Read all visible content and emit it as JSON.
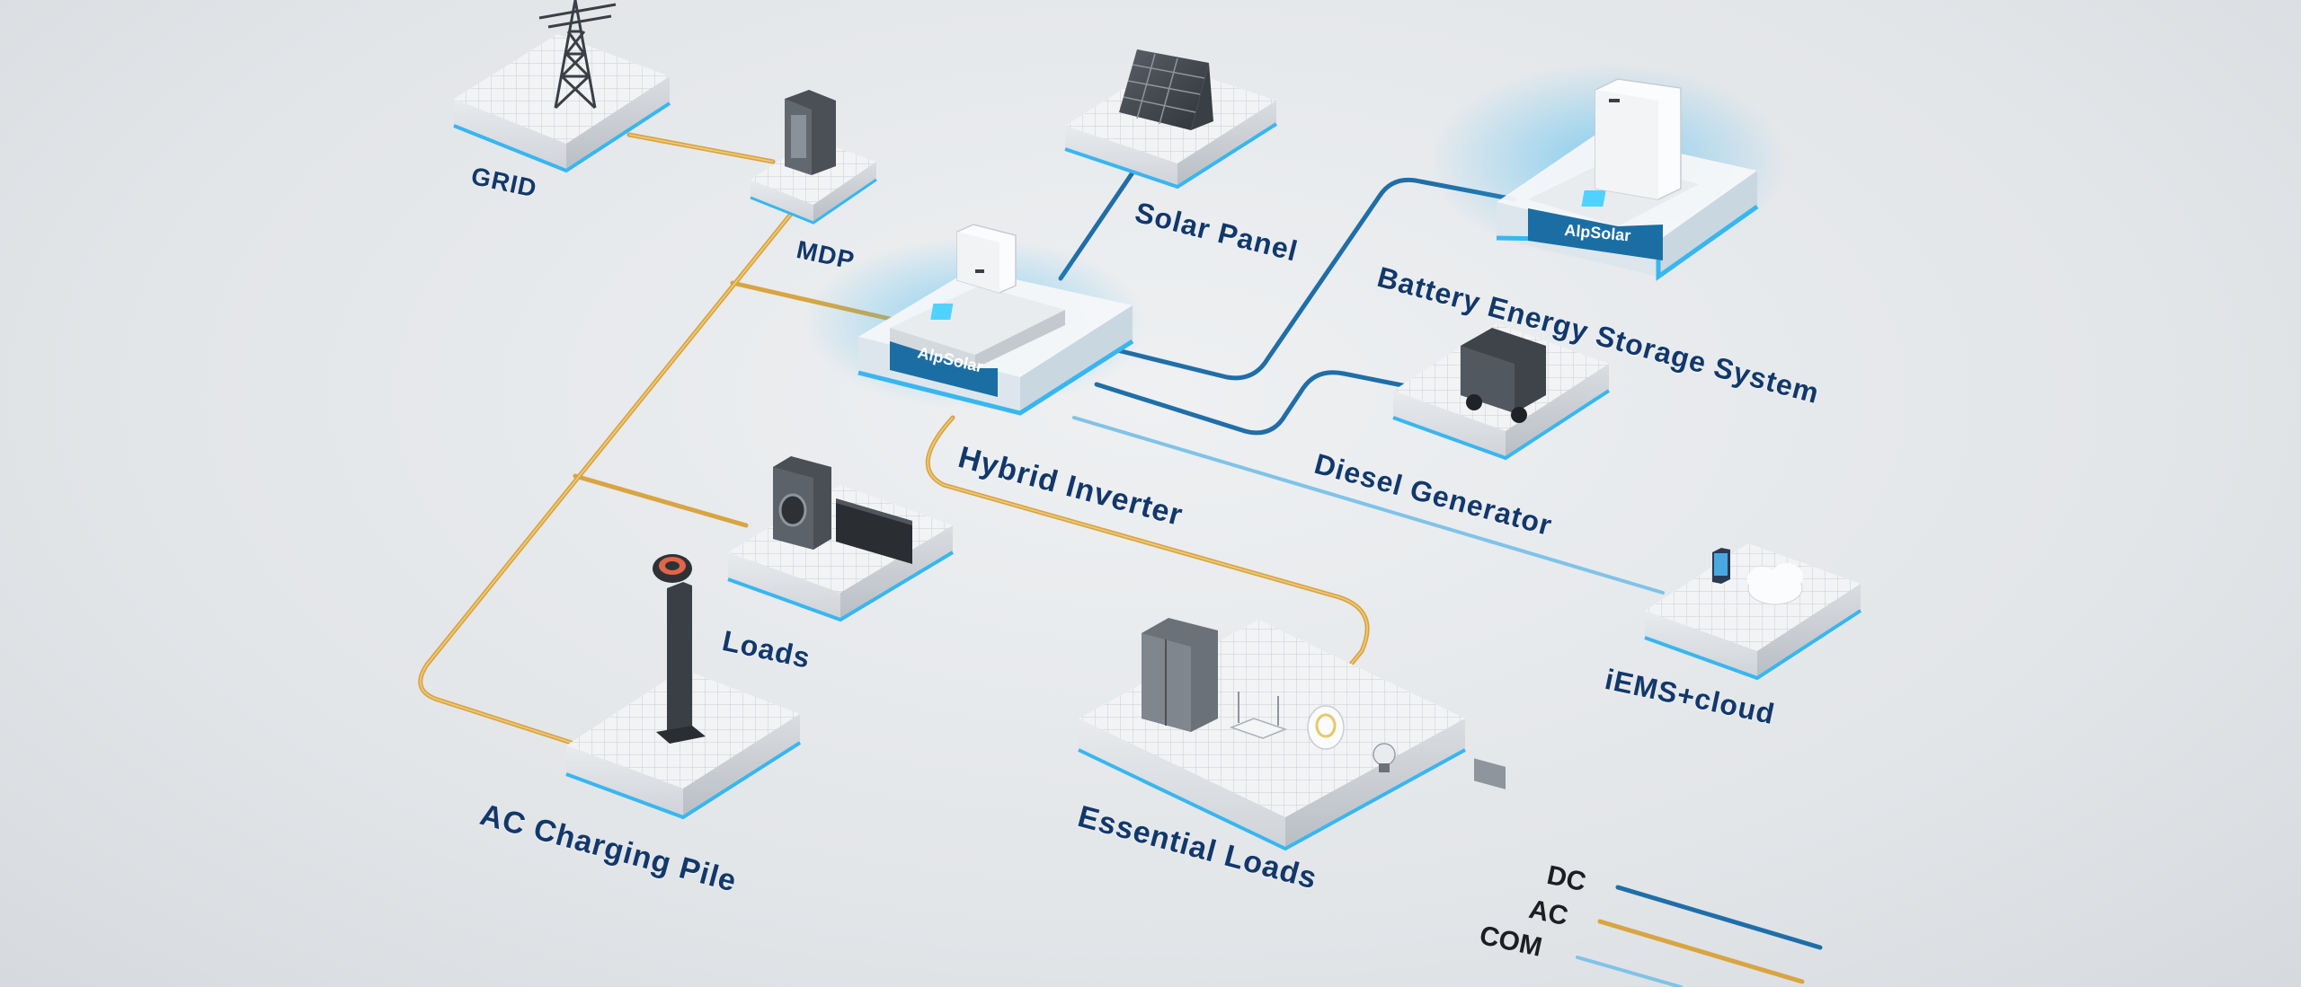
{
  "nodes": {
    "grid": "GRID",
    "mdp": "MDP",
    "solar_panel": "Solar Panel",
    "hybrid_inverter": "Hybrid Inverter",
    "bess": "Battery Energy Storage System",
    "diesel_generator": "Diesel Generator",
    "loads": "Loads",
    "ac_charging_pile": "AC Charging Pile",
    "essential_loads": "Essential Loads",
    "iems_cloud": "iEMS+cloud"
  },
  "brand": "AlpSolar",
  "legend": {
    "dc": "DC",
    "ac": "AC",
    "com": "COM"
  },
  "colors": {
    "dc_line": "#1f6ea8",
    "ac_line": "#d9a441",
    "com_line": "#7fc3e8",
    "label_text": "#12386b",
    "accent_glow": "#38b6f0"
  }
}
